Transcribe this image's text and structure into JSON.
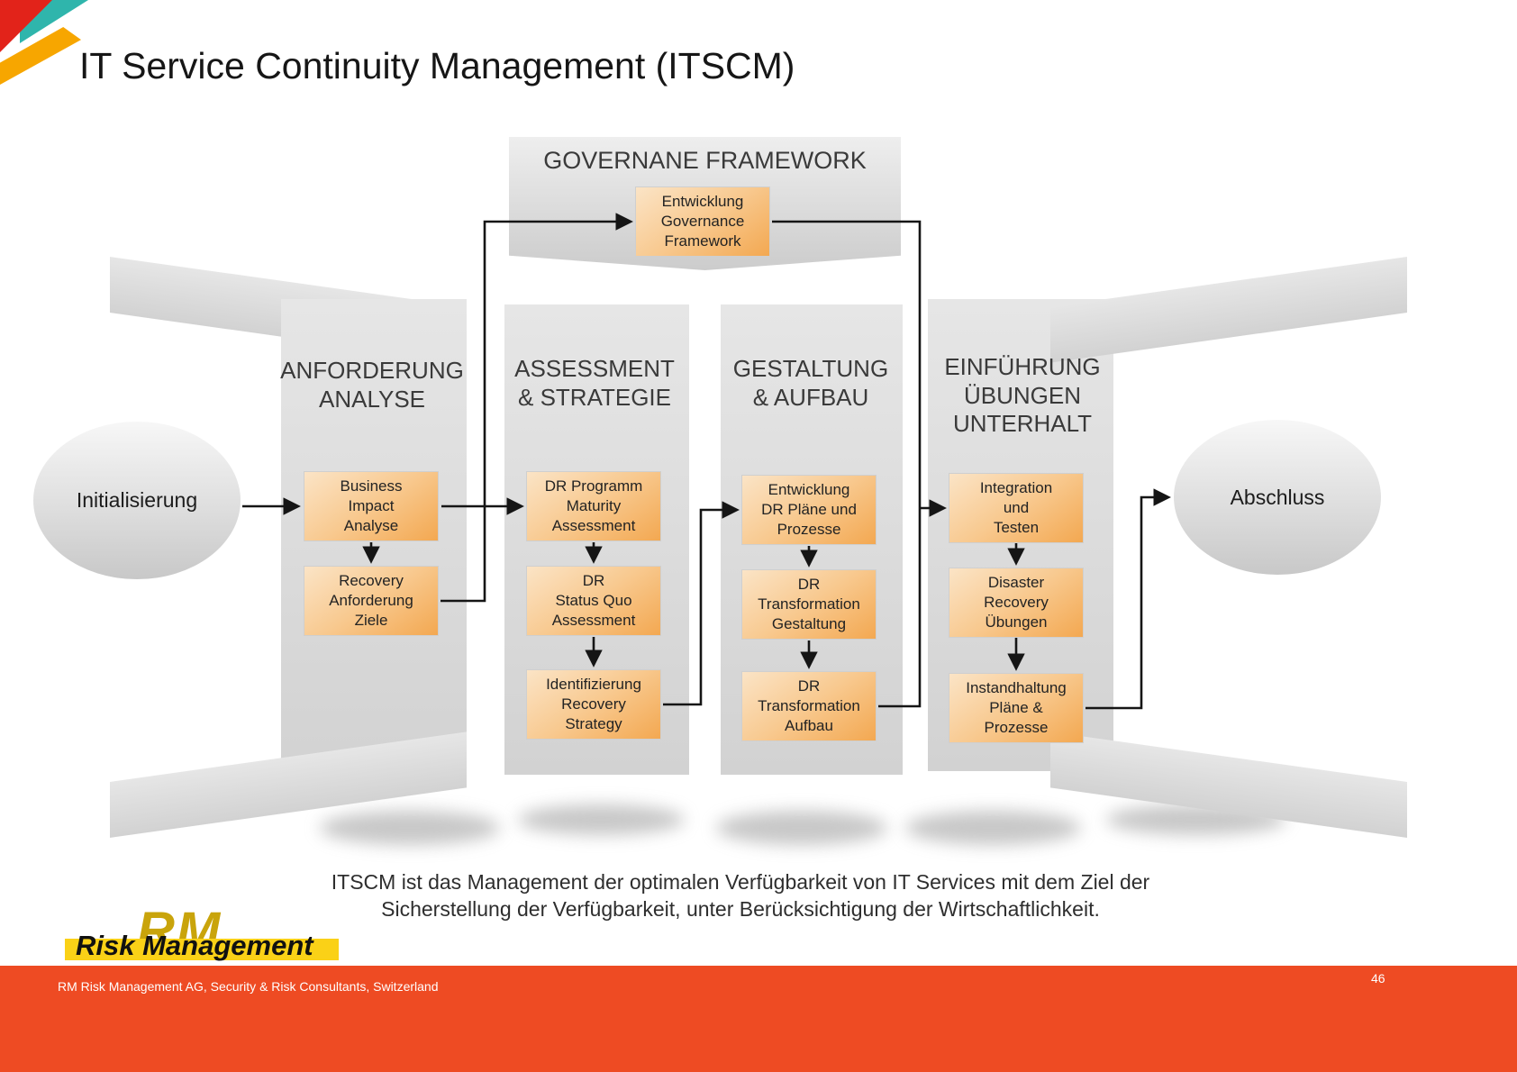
{
  "slide": {
    "title": "IT Service Continuity Management (ITSCM)",
    "caption": "ITSCM ist das Management der optimalen Verfügbarkeit von IT Services mit dem Ziel der\nSicherstellung der Verfügbarkeit, unter Berücksichtigung der Wirtschaftlichkeit.",
    "footer_text": "RM Risk Management AG, Security & Risk Consultants, Switzerland",
    "page_number": "46"
  },
  "logo": {
    "monogram": "RM",
    "name": "Risk Management"
  },
  "diagram": {
    "governance_header": "GOVERNANE FRAMEWORK",
    "governance_box": "Entwicklung\nGovernance\nFramework",
    "start_node": "Initialisierung",
    "end_node": "Abschluss",
    "columns": [
      {
        "header": "ANFORDERUNG\nANALYSE",
        "boxes": [
          "Business\nImpact\nAnalyse",
          "Recovery\nAnforderung\nZiele"
        ]
      },
      {
        "header": "ASSESSMENT\n& STRATEGIE",
        "boxes": [
          "DR Programm\nMaturity\nAssessment",
          "DR\nStatus Quo\nAssessment",
          "Identifizierung\nRecovery\nStrategy"
        ]
      },
      {
        "header": "GESTALTUNG\n& AUFBAU",
        "boxes": [
          "Entwicklung\nDR Pläne und\nProzesse",
          "DR\nTransformation\nGestaltung",
          "DR\nTransformation\nAufbau"
        ]
      },
      {
        "header": "EINFÜHRUNG\nÜBUNGEN\nUNTERHALT",
        "boxes": [
          "Integration\nund\nTesten",
          "Disaster\nRecovery\nÜbungen",
          "Instandhaltung\nPläne &\nProzesse"
        ]
      }
    ],
    "colors": {
      "process_box_orange": "#f3a851",
      "accent_bar": "#ee4b23",
      "shape_gray": "#d9d9d9",
      "logo_yellow": "#fad117",
      "arrow_black": "#151515"
    }
  }
}
